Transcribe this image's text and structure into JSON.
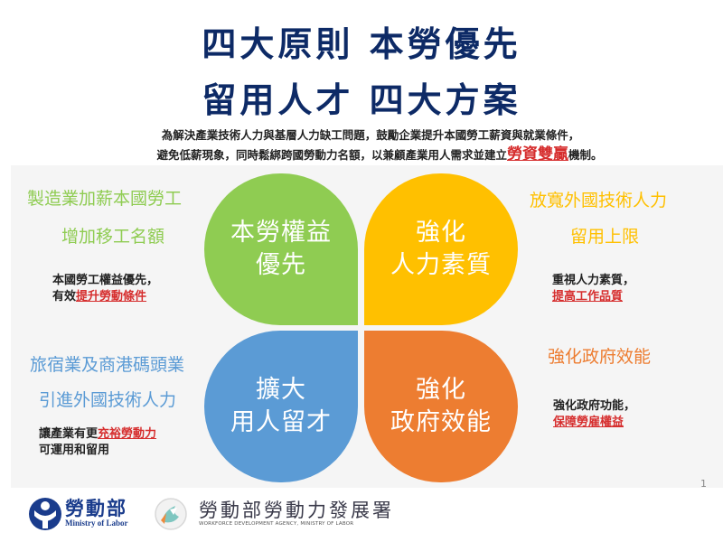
{
  "header": {
    "title_line1": "四大原則 本勞優先",
    "title_line2": "留用人才 四大方案"
  },
  "intro": {
    "line1": "為解決產業技術人力與基層人力缺工問題，鼓勵企業提升本國勞工薪資與就業條件，",
    "line2_before": "避免低薪現象，同時鬆綁跨國勞動力名額，以兼顧產業用人需求並建立",
    "line2_highlight": "勞資雙贏",
    "line2_after": "機制。"
  },
  "colors": {
    "title": "#0d2a66",
    "green": "#8fcc52",
    "yellow": "#ffc000",
    "blue": "#5b9bd5",
    "orange": "#ed7d31",
    "highlight_red": "#d62e2e",
    "panel_bg": "#f5f5f5"
  },
  "quadrants": [
    {
      "id": "top-left",
      "petal_line1": "本勞權益",
      "petal_line2": "優先",
      "heading_line1": "製造業加薪本國勞工",
      "heading_line2": "增加移工名額",
      "text_line1": "本國勞工權益優先，",
      "text_line2_before": "有效",
      "text_line2_highlight": "提升勞動條件"
    },
    {
      "id": "top-right",
      "petal_line1": "強化",
      "petal_line2": "人力素質",
      "heading_line1": "放寬外國技術人力",
      "heading_line2": "留用上限",
      "text_line1": "重視人力素質，",
      "text_line2_highlight": "提高工作品質"
    },
    {
      "id": "bottom-left",
      "petal_line1": "擴大",
      "petal_line2": "用人留才",
      "heading_line1": "旅宿業及商港碼頭業",
      "heading_line2": "引進外國技術人力",
      "text_line1_before": "讓產業有更",
      "text_line1_highlight": "充裕勞動力",
      "text_line2": "可運用和留用"
    },
    {
      "id": "bottom-right",
      "petal_line1": "強化",
      "petal_line2": "政府效能",
      "heading_line1": "強化政府效能",
      "text_line1": "強化政府功能，",
      "text_line2_highlight": "保障勞雇權益"
    }
  ],
  "page_number": "1",
  "footer": {
    "org1_name": "勞動部",
    "org1_sub": "Ministry of Labor",
    "org2_name": "勞動部勞動力發展署",
    "org2_sub": "WORKFORCE DEVELOPMENT AGENCY, MINISTRY OF LABOR"
  }
}
